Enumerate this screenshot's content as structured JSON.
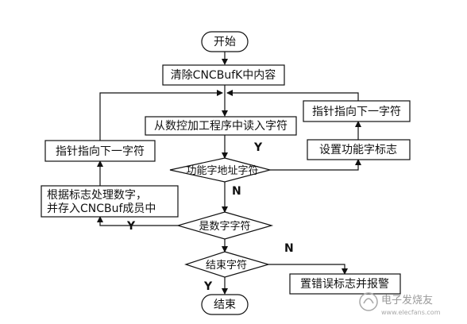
{
  "nodes": {
    "start": "开始",
    "clear_buffer": "清除CNCBufK中内容",
    "read_char": "从数控加工程序中读入字符",
    "is_function_addr": "功能字地址字符",
    "set_function_flag": "设置功能字标志",
    "pointer_next_right": "指针指向下一字符",
    "pointer_next_left": "指针指向下一字符",
    "process_digit_line1": "根据标志处理数字，",
    "process_digit_line2": "并存入CNCBuf成员中",
    "is_digit": "是数字字符",
    "is_end": "结束字符",
    "set_error": "置错误标志并报警",
    "end": "结束"
  },
  "branch_labels": {
    "function_yes": "Y",
    "function_no": "N",
    "digit_yes": "Y",
    "digit_no": "N",
    "end_yes": "Y"
  },
  "watermark": {
    "text": "电子发烧友",
    "subtext": "www.elecfans.com"
  }
}
